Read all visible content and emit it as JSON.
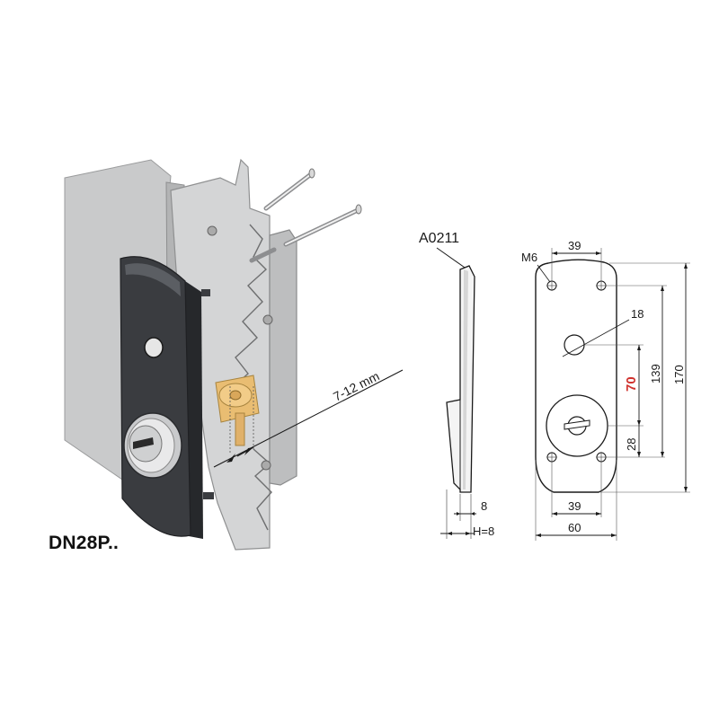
{
  "product": {
    "model": "DN28P..",
    "part_code": "A0211",
    "door_thickness_range": "7-12 mm"
  },
  "side_view": {
    "dim_thickness": "8",
    "dim_height": "H=8"
  },
  "front_view": {
    "thread_label": "M6",
    "dim_top_hole_spacing": "39",
    "dim_hole_diameter": "18",
    "dim_center_distance": "70",
    "dim_hole_span": "139",
    "dim_total_height": "170",
    "dim_bottom_offset": "28",
    "dim_bottom_hole_spacing": "39",
    "dim_width": "60"
  },
  "colors": {
    "highlight": "#d0312d",
    "plate": "#3a3c40",
    "door": "#c7c8c9",
    "cylinder": "#e5b86a"
  }
}
